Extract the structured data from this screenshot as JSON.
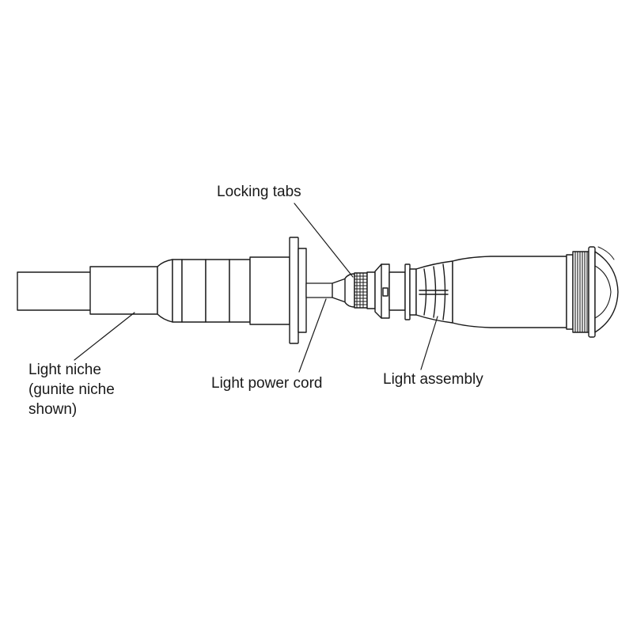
{
  "diagram": {
    "line_color": "#1a1a1a",
    "fill_color": "#ffffff",
    "labels": {
      "locking_tabs": "Locking tabs",
      "light_niche": [
        "Light niche",
        "(gunite niche",
        "shown)"
      ],
      "light_power_cord": "Light power cord",
      "light_assembly": "Light assembly"
    }
  }
}
